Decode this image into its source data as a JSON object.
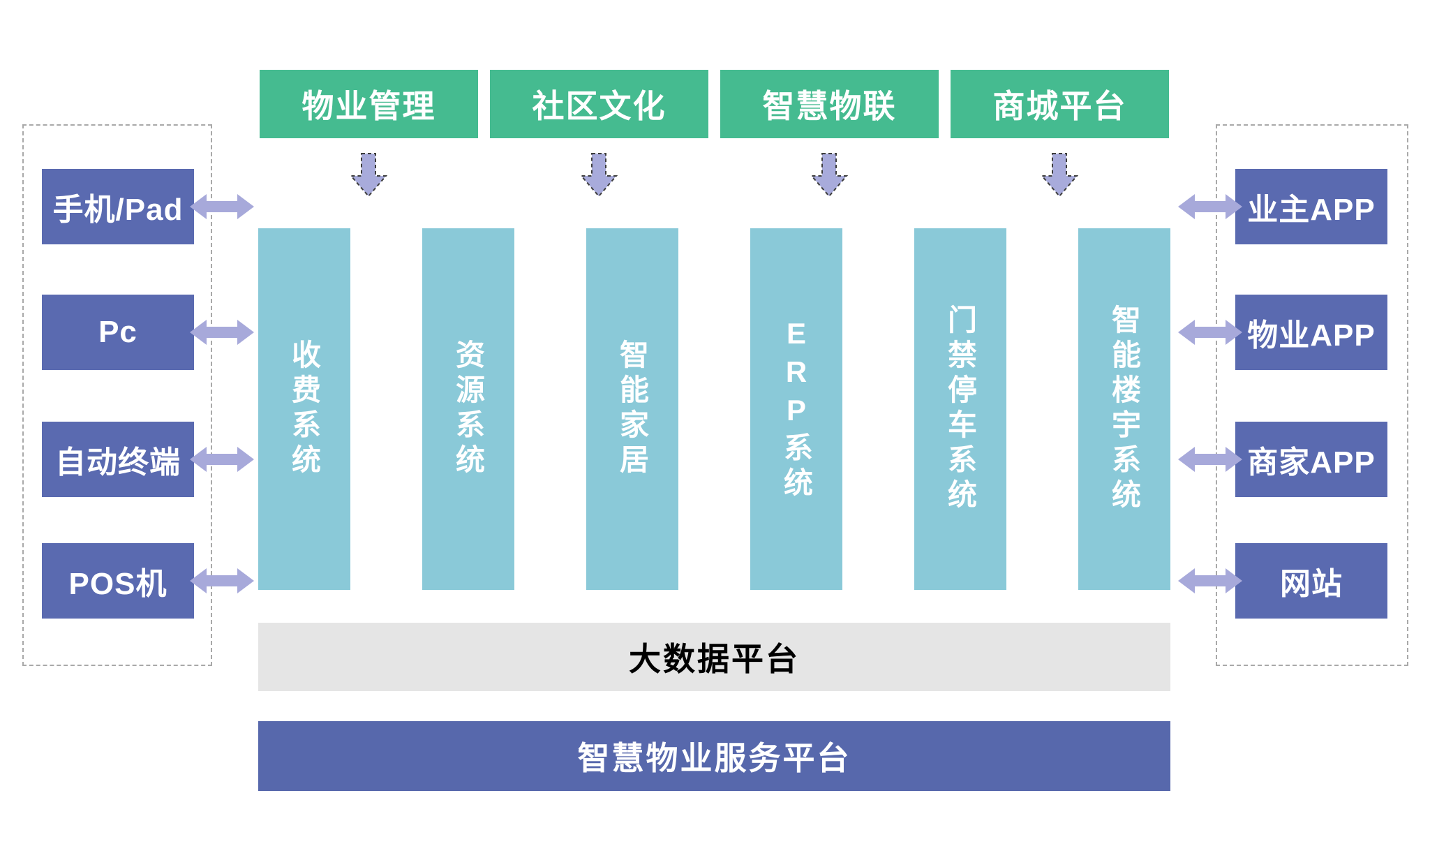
{
  "diagram": {
    "top_modules": [
      {
        "label": "物业管理"
      },
      {
        "label": "社区文化"
      },
      {
        "label": "智慧物联"
      },
      {
        "label": "商城平台"
      }
    ],
    "systems": [
      {
        "label": "收费系统"
      },
      {
        "label": "资源系统"
      },
      {
        "label": "智能家居"
      },
      {
        "label": "ERP系统"
      },
      {
        "label": "门禁停车系统"
      },
      {
        "label": "智能楼宇系统"
      }
    ],
    "left_devices": [
      {
        "label": "手机/Pad"
      },
      {
        "label": "Pc"
      },
      {
        "label": "自动终端"
      },
      {
        "label": "POS机"
      }
    ],
    "right_apps": [
      {
        "label": "业主APP"
      },
      {
        "label": "物业APP"
      },
      {
        "label": "商家APP"
      },
      {
        "label": "网站"
      }
    ],
    "data_platform_label": "大数据平台",
    "service_platform_label": "智慧物业服务平台",
    "colors": {
      "module_green": "#45BB90",
      "system_teal": "#8AC9D8",
      "box_purple": "#5A6AB0",
      "bar_purple": "#5768AC",
      "arrow_light_purple": "#A7A9DA",
      "gray_bar": "#E5E5E5",
      "dashed_border": "#A9A9A9"
    }
  }
}
